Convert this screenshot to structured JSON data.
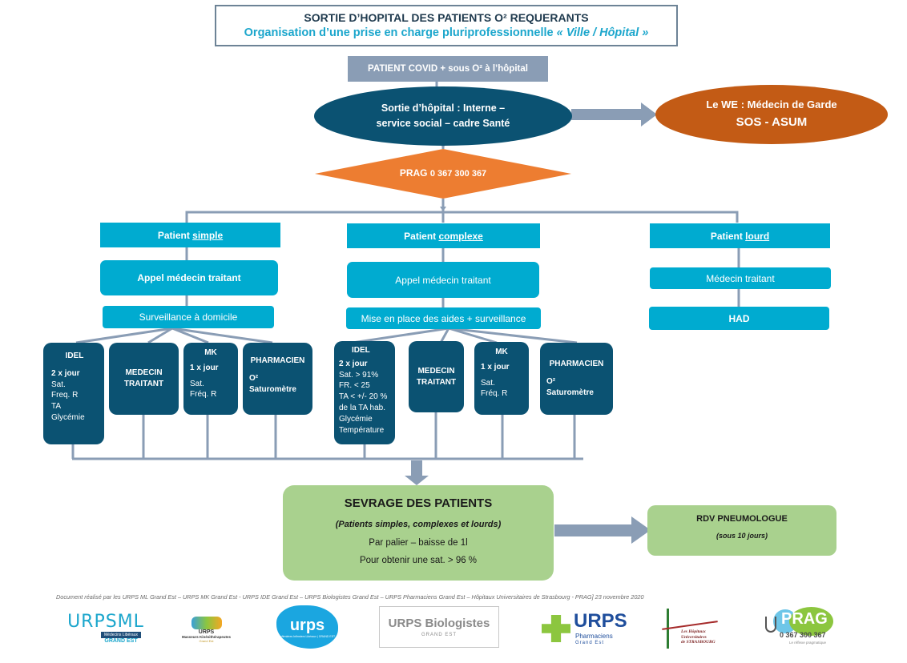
{
  "title": {
    "main": "SORTIE D’HOPITAL DES PATIENTS O² REQUERANTS",
    "sub_prefix": "Organisation d’une prise en charge pluriprofessionnelle ",
    "sub_italic": "« Ville / Hôpital »"
  },
  "start_box": "PATIENT COVID + sous O² à l’hôpital",
  "exit_ellipse": {
    "line1": "Sortie d’hôpital : Interne –",
    "line2": "service social – cadre Santé"
  },
  "weekend_ellipse": {
    "line1": "Le WE : Médecin de Garde",
    "line2": "SOS - ASUM"
  },
  "prag_diamond": {
    "bold": "PRAG",
    "phone": "0 367 300 367"
  },
  "branches": {
    "simple": {
      "header_prefix": "Patient ",
      "header_underlined": "simple",
      "step1": "Appel médecin traitant",
      "step2": "Surveillance à domicile",
      "cards": [
        {
          "title": "IDEL",
          "freq": "2 x jour",
          "items": [
            "Sat.",
            "Freq. R",
            "TA",
            "Glycémie"
          ]
        },
        {
          "title": "MEDECIN",
          "title2": "TRAITANT"
        },
        {
          "title": "MK",
          "freq": "1 x jour",
          "items": [
            "Sat.",
            "Fréq. R"
          ]
        },
        {
          "title": "PHARMACIEN",
          "line1": "O²",
          "line2": "Saturomètre"
        }
      ]
    },
    "complexe": {
      "header_prefix": "Patient ",
      "header_underlined": "complexe",
      "step1": "Appel médecin traitant",
      "step2": "Mise en place des aides + surveillance",
      "cards": [
        {
          "title": "IDEL",
          "freq": "2 x jour",
          "items": [
            "Sat. > 91%",
            "FR. < 25",
            "TA < +/-  20 %",
            "de la TA hab.",
            "Glycémie",
            "Température"
          ]
        },
        {
          "title": "MEDECIN",
          "title2": "TRAITANT"
        },
        {
          "title": "MK",
          "freq": "1 x jour",
          "items": [
            "Sat.",
            "Fréq. R"
          ]
        },
        {
          "title": "PHARMACIEN",
          "line1": "O²",
          "line2": "Saturomètre"
        }
      ]
    },
    "lourd": {
      "header_prefix": "Patient ",
      "header_underlined": "lourd",
      "step1": "Médecin traitant",
      "step2": "HAD"
    }
  },
  "sevrage": {
    "title": "SEVRAGE DES PATIENTS",
    "subtitle": "(Patients simples, complexes et lourds)",
    "line1": "Par palier – baisse de 1l",
    "line2": "Pour obtenir une sat. > 96 %"
  },
  "rdv": {
    "title": "RDV PNEUMOLOGUE",
    "subtitle": "(sous 10 jours)"
  },
  "footer": "Document réalisé par les URPS ML Grand Est – URPS MK Grand Est - URPS IDE Grand Est – URPS Biologistes Grand Est – URPS Pharmaciens Grand Est – Hôpitaux Universitaires de Strasbourg - PRAG]   23 novembre 2020",
  "logos": {
    "urps_ml": {
      "main": "URPSML",
      "band": "Médecins Libéraux",
      "region": "GRAND EST"
    },
    "urps_mk": {
      "main": "URPS",
      "sub": "Masseurs Kinésithérapeutes",
      "region": "Grand Est"
    },
    "urps_ide": {
      "main": "urps",
      "sub": "Infirmières Infirmiers Libéraux | GRAND EST"
    },
    "urps_bio": {
      "main": "URPS Biologistes",
      "region": "GRAND EST"
    },
    "urps_pharma": {
      "main": "URPS",
      "sub": "Pharmaciens",
      "region": "Grand Est"
    },
    "hus": {
      "line1": "Les Hôpitaux",
      "line2": "Universitaires",
      "line3": "de STRASBOURG"
    },
    "prag": {
      "main": "PRAG",
      "phone": "0 367 300 367",
      "tagline": "Le réflexe pragmatique"
    }
  },
  "colors": {
    "navy": "#0b5272",
    "cyan": "#00abd0",
    "orange": "#ed7d31",
    "burnt_orange": "#c35b15",
    "green": "#a9d18e",
    "connector": "#8a9db5",
    "title_dark": "#1f3a4e",
    "title_cyan": "#1ba6cc"
  }
}
